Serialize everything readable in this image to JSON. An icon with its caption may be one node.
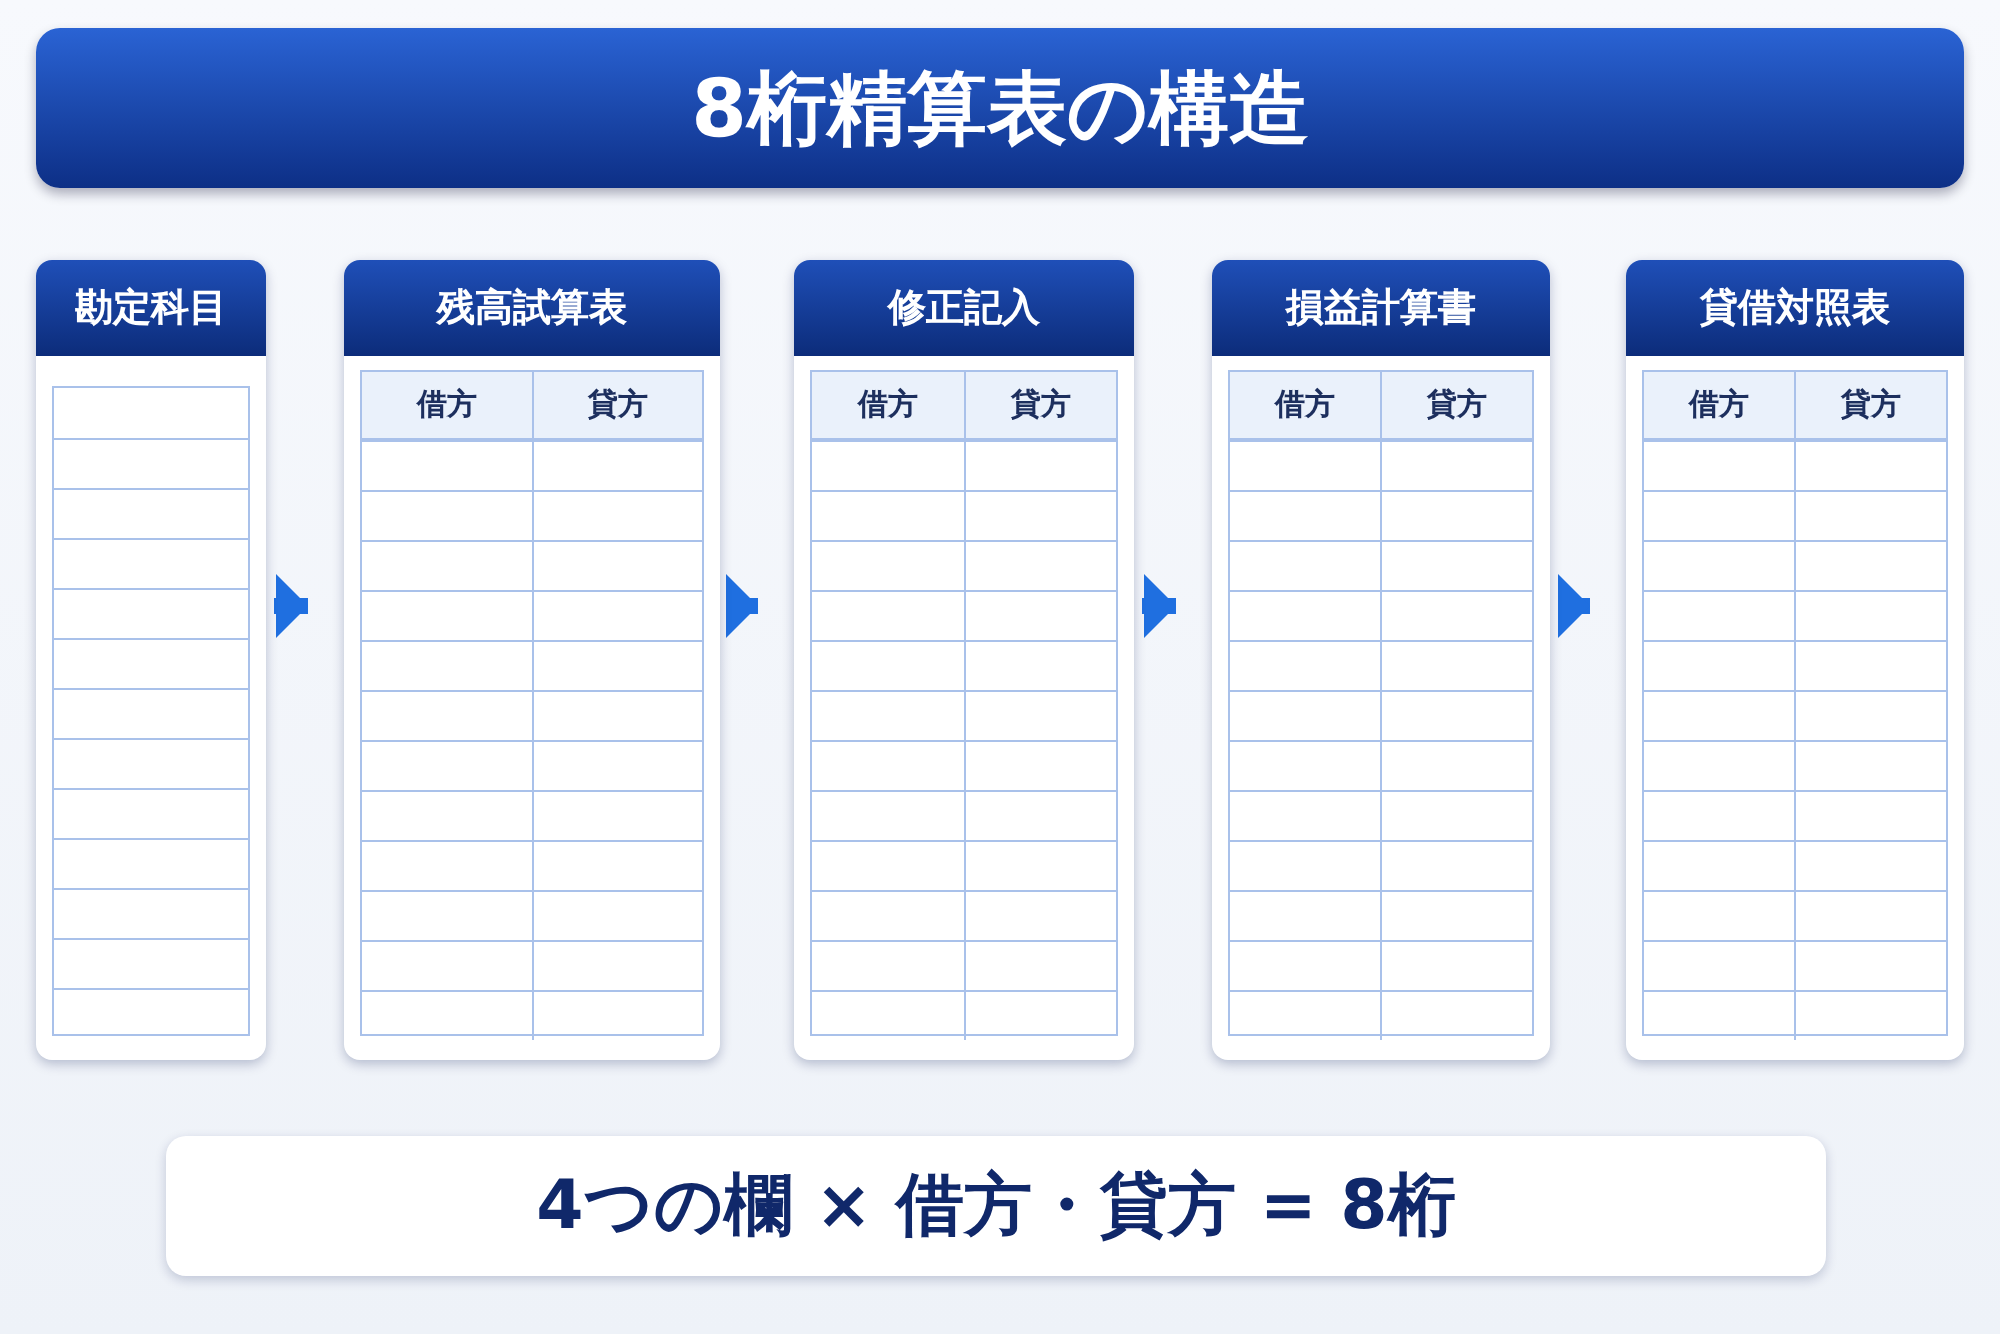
{
  "diagram": {
    "title": "8桁精算表の構造",
    "nodes": [
      {
        "text": [
          "勘定科目"
        ]
      },
      {
        "text": [
          "残高試算表",
          "借方",
          "貸方"
        ]
      },
      {
        "text": [
          "修正記入",
          "借方",
          "貸方"
        ]
      },
      {
        "text": [
          "損益計算書",
          "借方",
          "貸方"
        ]
      },
      {
        "text": [
          "貸借対照表",
          "借方",
          "貸方"
        ]
      },
      {
        "text": [
          "4つの欄 × 借方・貸方 = 8桁"
        ]
      }
    ],
    "edges": [
      {
        "from": 0,
        "to": 1,
        "arrow": "to"
      },
      {
        "from": 1,
        "to": 2,
        "arrow": "to"
      },
      {
        "from": 2,
        "to": 3,
        "arrow": "to"
      },
      {
        "from": 3,
        "to": 4,
        "arrow": "to"
      }
    ]
  }
}
